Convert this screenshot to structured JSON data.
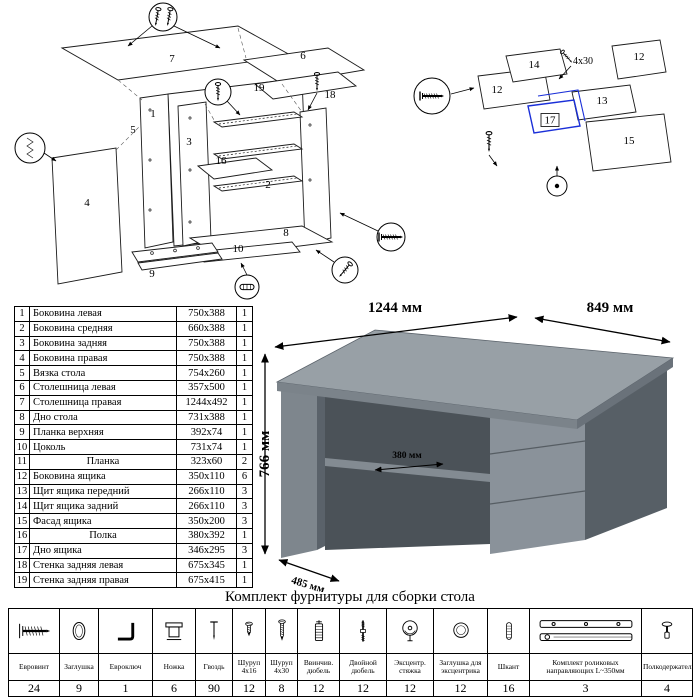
{
  "title": "Комплект фурнитуры для сборки стола",
  "parts": [
    {
      "num": "1",
      "name": "Боковина левая",
      "size": "750x388",
      "qty": "1"
    },
    {
      "num": "2",
      "name": "Боковина средняя",
      "size": "660x388",
      "qty": "1"
    },
    {
      "num": "3",
      "name": "Боковина задняя",
      "size": "750x388",
      "qty": "1"
    },
    {
      "num": "4",
      "name": "Боковина правая",
      "size": "750x388",
      "qty": "1"
    },
    {
      "num": "5",
      "name": "Вязка стола",
      "size": "754x260",
      "qty": "1"
    },
    {
      "num": "6",
      "name": "Столешница левая",
      "size": "357x500",
      "qty": "1"
    },
    {
      "num": "7",
      "name": "Столешница правая",
      "size": "1244x492",
      "qty": "1"
    },
    {
      "num": "8",
      "name": "Дно стола",
      "size": "731x388",
      "qty": "1"
    },
    {
      "num": "9",
      "name": "Планка верхняя",
      "size": "392x74",
      "qty": "1"
    },
    {
      "num": "10",
      "name": "Цоколь",
      "size": "731x74",
      "qty": "1"
    },
    {
      "num": "11",
      "name": "Планка",
      "size": "323x60",
      "qty": "2"
    },
    {
      "num": "12",
      "name": "Боковина ящика",
      "size": "350x110",
      "qty": "6"
    },
    {
      "num": "13",
      "name": "Щит ящика передний",
      "size": "266x110",
      "qty": "3"
    },
    {
      "num": "14",
      "name": "Щит ящика задний",
      "size": "266x110",
      "qty": "3"
    },
    {
      "num": "15",
      "name": "Фасад ящика",
      "size": "350x200",
      "qty": "3"
    },
    {
      "num": "16",
      "name": "Полка",
      "size": "380x392",
      "qty": "1"
    },
    {
      "num": "17",
      "name": "Дно ящика",
      "size": "346x295",
      "qty": "3"
    },
    {
      "num": "18",
      "name": "Стенка задняя левая",
      "size": "675x345",
      "qty": "1"
    },
    {
      "num": "19",
      "name": "Стенка задняя правая",
      "size": "675x415",
      "qty": "1"
    }
  ],
  "desk": {
    "width_label": "1244 мм",
    "depth_label": "849 мм",
    "height_label": "766 мм",
    "foot_depth_label": "485 мм",
    "shelf_depth_label": "380 мм"
  },
  "exploded_left": {
    "labels": [
      "7",
      "6",
      "19",
      "18",
      "1",
      "5",
      "3",
      "16",
      "2",
      "4",
      "8",
      "10",
      "9"
    ]
  },
  "exploded_right": {
    "labels": [
      "14",
      "12",
      "12",
      "13",
      "15",
      "17",
      "4x30"
    ]
  },
  "colors": {
    "highlight_blue": "#1a2fd8"
  },
  "hardware": [
    {
      "name": "Евровинт",
      "qty": "24",
      "icon": "euro-screw-icon"
    },
    {
      "name": "Заглушка",
      "qty": "9",
      "icon": "plug-icon"
    },
    {
      "name": "Евроключ",
      "qty": "1",
      "icon": "hex-key-icon"
    },
    {
      "name": "Ножка",
      "qty": "6",
      "icon": "leg-icon"
    },
    {
      "name": "Гвоздь",
      "qty": "90",
      "icon": "nail-icon"
    },
    {
      "name": "Шуруп 4x16",
      "qty": "12",
      "icon": "screw-4x16-icon"
    },
    {
      "name": "Шуруп 4x30",
      "qty": "8",
      "icon": "screw-4x30-icon"
    },
    {
      "name": "Ввинчив. дюбель",
      "qty": "12",
      "icon": "screw-in-dowel-icon"
    },
    {
      "name": "Двойной дюбель",
      "qty": "12",
      "icon": "double-dowel-icon"
    },
    {
      "name": "Эксцентр. стяжка",
      "qty": "12",
      "icon": "cam-lock-icon"
    },
    {
      "name": "Заглушка для эксцентрика",
      "qty": "12",
      "icon": "cam-cover-icon"
    },
    {
      "name": "Шкант",
      "qty": "16",
      "icon": "wood-dowel-icon"
    },
    {
      "name": "Комплект роликовых направляющих L~350мм",
      "qty": "3",
      "icon": "drawer-slides-icon"
    },
    {
      "name": "Полкодержатель",
      "qty": "4",
      "icon": "shelf-support-icon"
    }
  ]
}
